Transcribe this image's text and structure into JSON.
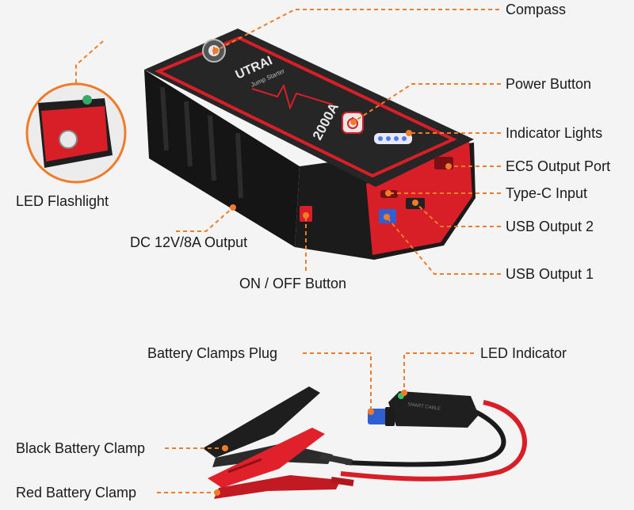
{
  "labels": {
    "compass": "Compass",
    "power_button": "Power Button",
    "indicator_lights": "Indicator Lights",
    "ec5_output_port": "EC5 Output Port",
    "type_c_input": "Type-C Input",
    "usb_output_2": "USB Output 2",
    "usb_output_1": "USB Output 1",
    "led_flashlight": "LED Flashlight",
    "dc_output": "DC 12V/8A Output",
    "on_off_button": "ON / OFF Button",
    "battery_clamps_plug": "Battery Clamps Plug",
    "led_indicator": "LED Indicator",
    "black_battery_clamp": "Black Battery Clamp",
    "red_battery_clamp": "Red Battery Clamp"
  },
  "device": {
    "brand": "UTRAI",
    "subtitle": "Jump Starter",
    "rating": "2000A"
  },
  "cable": {
    "box_text": "SMART CABLE"
  },
  "colors": {
    "accent_red": "#e0202a",
    "leader_orange": "#f07c2a",
    "body_black": "#1c1c1c",
    "indicator_blue": "#4a7cf0"
  }
}
